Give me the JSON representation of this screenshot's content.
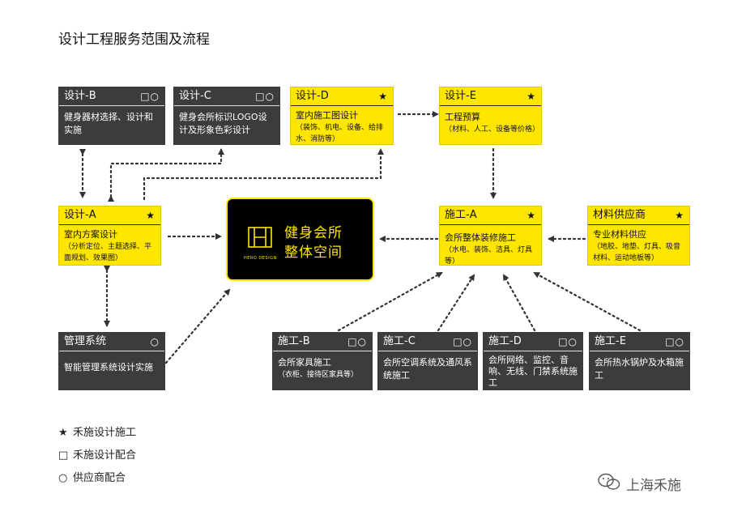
{
  "title": "设计工程服务范围及流程",
  "boxes": {
    "design_b": {
      "title": "设计-B",
      "mark": "□○",
      "desc": "健身器材选择、设计和实施"
    },
    "design_c": {
      "title": "设计-C",
      "mark": "□○",
      "desc": "健身会所标识LOGO设计及形象色彩设计"
    },
    "design_d": {
      "title": "设计-D",
      "mark": "★",
      "desc": "室内施工图设计",
      "sub": "（装饰、机电、设备、给排水、消防等）"
    },
    "design_e": {
      "title": "设计-E",
      "mark": "★",
      "desc": "工程预算",
      "sub": "（材料、人工、设备等价格）"
    },
    "design_a": {
      "title": "设计-A",
      "mark": "★",
      "desc": "室内方案设计",
      "sub": "（分析定位、主题选择、平面规划、效果图）"
    },
    "build_a": {
      "title": "施工-A",
      "mark": "★",
      "desc": "会所整体装修施工",
      "sub": "（水电、装饰、洁具、灯具等）"
    },
    "supply": {
      "title": "材料供应商",
      "mark": "★",
      "desc": "专业材料供应",
      "sub": "（地胶、地垫、灯具、吸音材料、运动地板等）"
    },
    "management": {
      "title": "管理系统",
      "mark": "○",
      "desc": "智能管理系统设计实施"
    },
    "build_b": {
      "title": "施工-B",
      "mark": "□○",
      "desc": "会所家具施工",
      "sub": "（衣柜、接待区家具等）"
    },
    "build_c": {
      "title": "施工-C",
      "mark": "□○",
      "desc": "会所空调系统及通风系统施工"
    },
    "build_d": {
      "title": "施工-D",
      "mark": "□○",
      "desc": "会所网络、监控、音响、无线、门禁系统施工"
    },
    "build_e": {
      "title": "施工-E",
      "mark": "□○",
      "desc": "会所热水锅炉及水箱施工"
    }
  },
  "center": {
    "line1": "健身会所",
    "line2": "整体空间",
    "logo_text": "HERO DESIGN"
  },
  "legend": [
    {
      "symbol": "★",
      "label": "禾施设计施工"
    },
    {
      "symbol": "□",
      "label": "禾施设计配合"
    },
    {
      "symbol": "○",
      "label": "供应商配合"
    }
  ],
  "watermark": "上海禾施",
  "colors": {
    "accent": "#ffe600",
    "dark_box": "#3c3c3c",
    "line": "#333333"
  }
}
